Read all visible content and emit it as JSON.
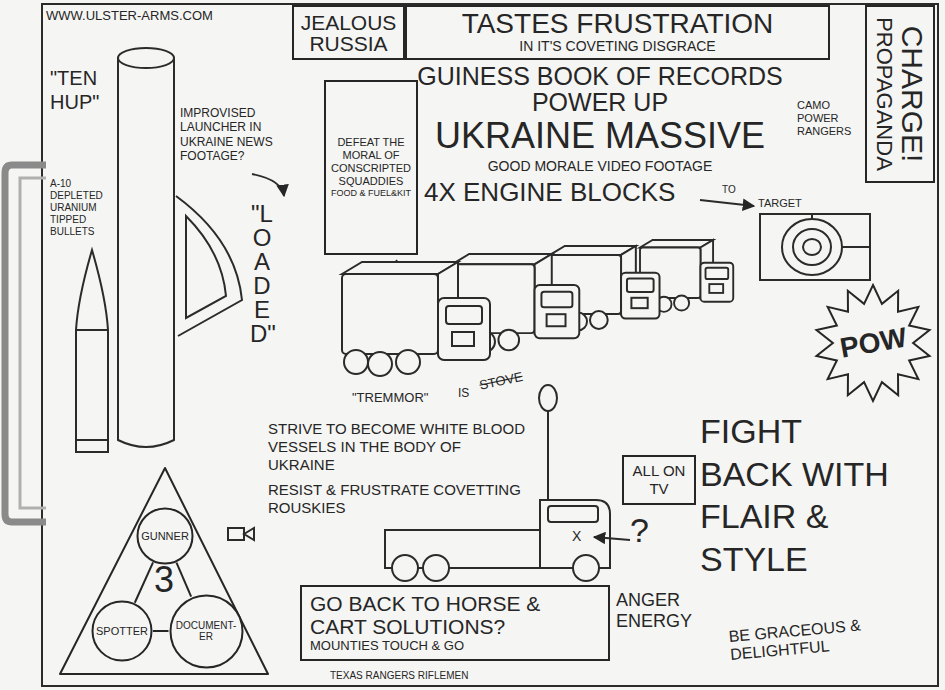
{
  "diagram": {
    "nodes": [
      {
        "text": [
          "JEALOUS RUSSIA"
        ]
      },
      {
        "text": [
          "TASTES FRUSTRATION",
          "IN IT'S COVETING DISGRACE"
        ]
      },
      {
        "text": [
          "PROPAGANDA",
          "CHARGE!"
        ]
      },
      {
        "text": [
          "DEFEAT THE MORAL OF CONSCRIPTED SQUADDIES",
          "FOOD & FUEL&KIT"
        ]
      },
      {
        "text": [
          "POW"
        ]
      },
      {
        "text": [
          "ALL ON TV"
        ]
      },
      {
        "text": [
          "3"
        ]
      },
      {
        "text": [
          "GUNNER"
        ],
        "in": 6
      },
      {
        "text": [
          "SPOTTER"
        ],
        "in": 6
      },
      {
        "text": [
          "DOCUMENT-ER"
        ],
        "in": 6
      },
      {
        "text": [
          "GO BACK TO HORSE & CART SOLUTIONS?",
          "MOUNTIES TOUCH & GO"
        ]
      }
    ],
    "edges": [
      {
        "from": 7,
        "to": 8,
        "arrow": "none"
      },
      {
        "from": 7,
        "to": 9,
        "arrow": "none"
      },
      {
        "from": 8,
        "to": 9,
        "arrow": "none"
      }
    ],
    "labels": [
      "WWW.ULSTER-ARMS.COM",
      "\"TEN HUP\"",
      "A-10 DEPLETED URANIUM TIPPED BULLETS",
      "IMPROVISED LAUNCHER IN UKRAINE NEWS FOOTAGE?",
      "\"LOADED\"",
      "GUINESS BOOK OF RECORDS POWER UP",
      "CAMO POWER RANGERS",
      "UKRAINE MASSIVE",
      "GOOD MORALE VIDEO FOOTAGE",
      "4X ENGINE BLOCKS",
      "TO",
      "TARGET",
      "\"TREMMOR\"",
      "IS",
      "STOVE",
      "STRIVE TO BECOME WHITE BLOOD VESSELS IN THE BODY OF UKRAINE",
      "RESIST & FRUSTRATE COVETTING ROUSKIES",
      "X",
      "?",
      "FIGHT BACK WITH FLAIR & STYLE",
      "BE GRACEOUS & DELIGHTFUL",
      "ANGER ENERGY",
      "TEXAS RANGERS RIFLEMEN"
    ]
  }
}
